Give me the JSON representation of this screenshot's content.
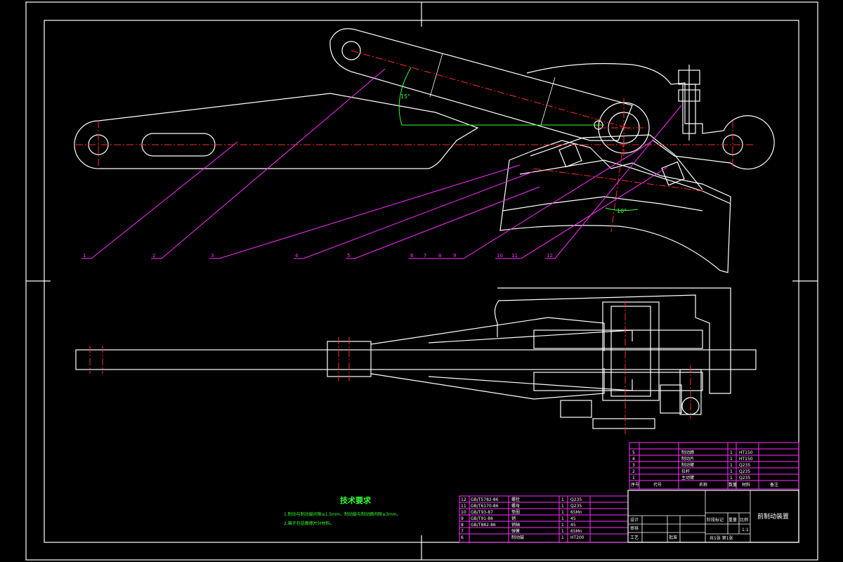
{
  "drawing_title": "前制动装置",
  "part_labels": [
    "1",
    "2",
    "3",
    "4",
    "5",
    "6",
    "7",
    "8",
    "9",
    "10",
    "11",
    "12"
  ],
  "angles": [
    "15°",
    "10°"
  ],
  "tech_requirements": {
    "title": "技术要求",
    "lines": [
      "1.制动与制动鼓间隙≤1.5mm，制动鼓与制动蹄间隙≤3mm。",
      "2.箱子包括摩擦片分材料。"
    ]
  },
  "bom_upper": {
    "rows": [
      {
        "no": "5",
        "name": "制动蹄",
        "qty": "1",
        "material": "HT150"
      },
      {
        "no": "4",
        "name": "制动片",
        "qty": "1",
        "material": "HT150"
      },
      {
        "no": "3",
        "name": "制动臂",
        "qty": "1",
        "material": "Q235"
      },
      {
        "no": "2",
        "name": "拉杆",
        "qty": "1",
        "material": "Q235"
      },
      {
        "no": "1",
        "name": "主动臂",
        "qty": "1",
        "material": "Q235"
      }
    ],
    "headers": [
      "序号",
      "代号",
      "名称",
      "数量",
      "材料",
      "备注"
    ]
  },
  "bom_lower": {
    "rows": [
      {
        "no": "12",
        "code": "GB/T5782-86",
        "name": "螺栓",
        "qty": "1",
        "material": "Q235"
      },
      {
        "no": "11",
        "code": "GB/T6170-86",
        "name": "螺母",
        "qty": "1",
        "material": "Q235"
      },
      {
        "no": "10",
        "code": "GB/T93-87",
        "name": "垫圈",
        "qty": "1",
        "material": "65Mn"
      },
      {
        "no": "9",
        "code": "GB/T91-86",
        "name": "销",
        "qty": "1",
        "material": "45"
      },
      {
        "no": "8",
        "code": "GB/T882-86",
        "name": "销轴",
        "qty": "1",
        "material": "45"
      },
      {
        "no": "7",
        "code": "",
        "name": "弹簧",
        "qty": "1",
        "material": "65Mn"
      },
      {
        "no": "6",
        "code": "",
        "name": "制动鼓",
        "qty": "1",
        "material": "HT200"
      }
    ]
  },
  "title_block": {
    "design": "设计",
    "check": "审核",
    "process": "工艺",
    "approve": "批准",
    "scale_label": "比例",
    "scale": "1:1",
    "weight_label": "重量",
    "sheet": "共1张 第1张",
    "stage": "阶段标记"
  },
  "colors": {
    "background": "#000000",
    "lines": "#ffffff",
    "centerlines": "#ff2a2a",
    "leaders": "#ff2cff",
    "notes": "#33ff33"
  }
}
